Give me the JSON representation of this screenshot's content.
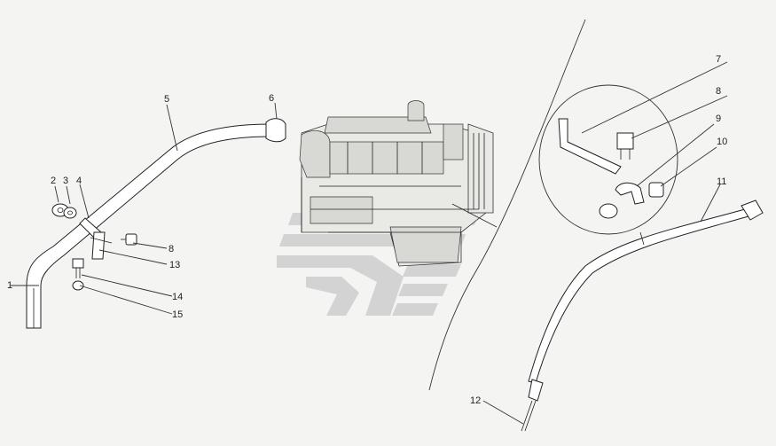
{
  "callouts": [
    {
      "id": "1",
      "label": "1"
    },
    {
      "id": "2",
      "label": "2"
    },
    {
      "id": "3",
      "label": "3"
    },
    {
      "id": "4",
      "label": "4"
    },
    {
      "id": "5",
      "label": "5"
    },
    {
      "id": "6",
      "label": "6"
    },
    {
      "id": "7",
      "label": "7"
    },
    {
      "id": "8a",
      "label": "8"
    },
    {
      "id": "8b",
      "label": "8"
    },
    {
      "id": "9",
      "label": "9"
    },
    {
      "id": "10",
      "label": "10"
    },
    {
      "id": "11",
      "label": "11"
    },
    {
      "id": "12",
      "label": "12"
    },
    {
      "id": "13",
      "label": "13"
    },
    {
      "id": "14",
      "label": "14"
    },
    {
      "id": "15",
      "label": "15"
    }
  ],
  "colors": {
    "background": "#f4f4f2",
    "line": "#222222",
    "watermark": "#c8c8c8"
  }
}
